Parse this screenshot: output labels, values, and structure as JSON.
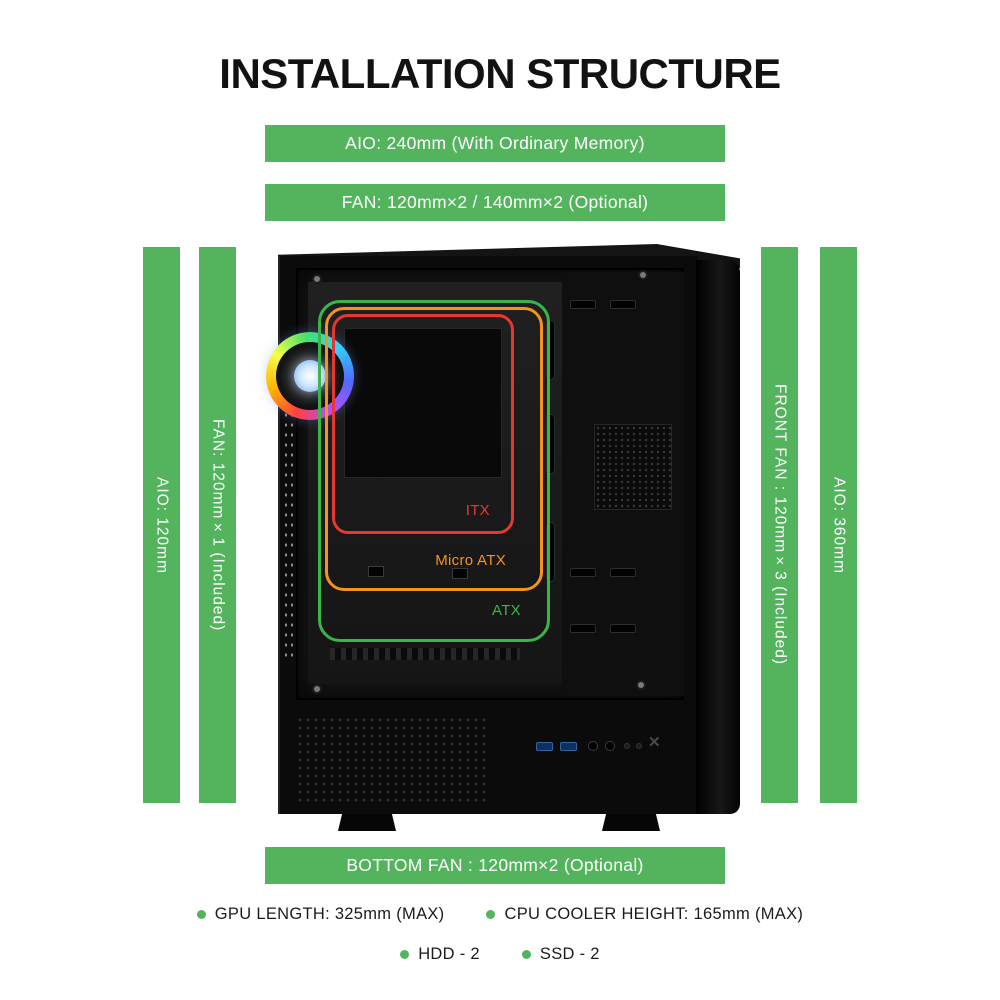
{
  "title": "INSTALLATION STRUCTURE",
  "banners": {
    "aio_top": "AIO: 240mm (With Ordinary Memory)",
    "fan_top": "FAN: 120mm×2 / 140mm×2 (Optional)",
    "bottom_fan": "BOTTOM FAN : 120mm×2 (Optional)"
  },
  "side_labels": {
    "left_outer": "AIO: 120mm",
    "left_inner": "FAN: 120mm×1 (Included)",
    "right_inner": "FRONT FAN : 120mm×3 (Included)",
    "right_outer": "AIO: 360mm"
  },
  "motherboard_labels": {
    "itx": "ITX",
    "micro_atx": "Micro ATX",
    "atx": "ATX"
  },
  "specs": {
    "gpu": "GPU LENGTH: 325mm (MAX)",
    "cpu": "CPU COOLER HEIGHT: 165mm (MAX)",
    "hdd": "HDD - 2",
    "ssd": "SSD - 2"
  },
  "icons": {
    "x_logo": "✕"
  },
  "colors": {
    "banner_green": "#54b45e",
    "itx_red": "#e63832",
    "micro_atx_orange": "#f6921e",
    "atx_green": "#3bb54a"
  }
}
